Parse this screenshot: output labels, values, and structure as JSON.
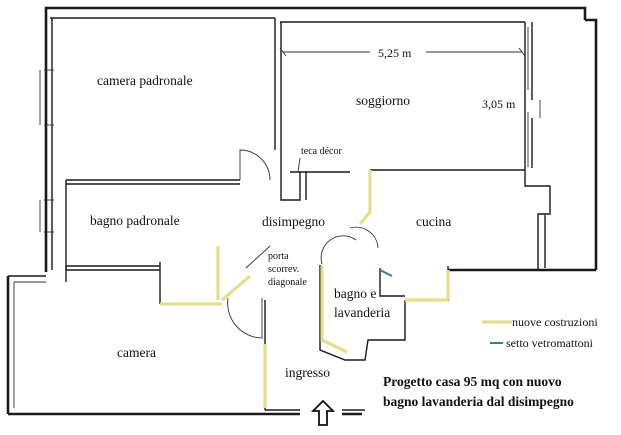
{
  "rooms": {
    "camera_padronale": "camera padronale",
    "soggiorno": "soggiorno",
    "bagno_padronale": "bagno padronale",
    "disimpegno": "disimpegno",
    "cucina": "cucina",
    "camera": "camera",
    "ingresso": "ingresso",
    "bagno_lavanderia_line1": "bagno e",
    "bagno_lavanderia_line2": "lavanderia"
  },
  "annotations": {
    "teca": "teca décor",
    "porta_line1": "porta",
    "porta_line2": "scorrev.",
    "porta_line3": "diagonale"
  },
  "dimensions": {
    "width": "5,25 m",
    "depth": "3,05 m"
  },
  "legend": {
    "new_construction": "nuove costruzioni",
    "glass_block": "setto vetromattoni",
    "new_construction_color": "#e6df8a",
    "glass_block_color": "#3a7f8a"
  },
  "title": {
    "line1": "Progetto casa 95 mq con nuovo",
    "line2": "bagno lavanderia dal disimpegno"
  },
  "icons": {
    "entrance": "up-arrow-icon"
  }
}
